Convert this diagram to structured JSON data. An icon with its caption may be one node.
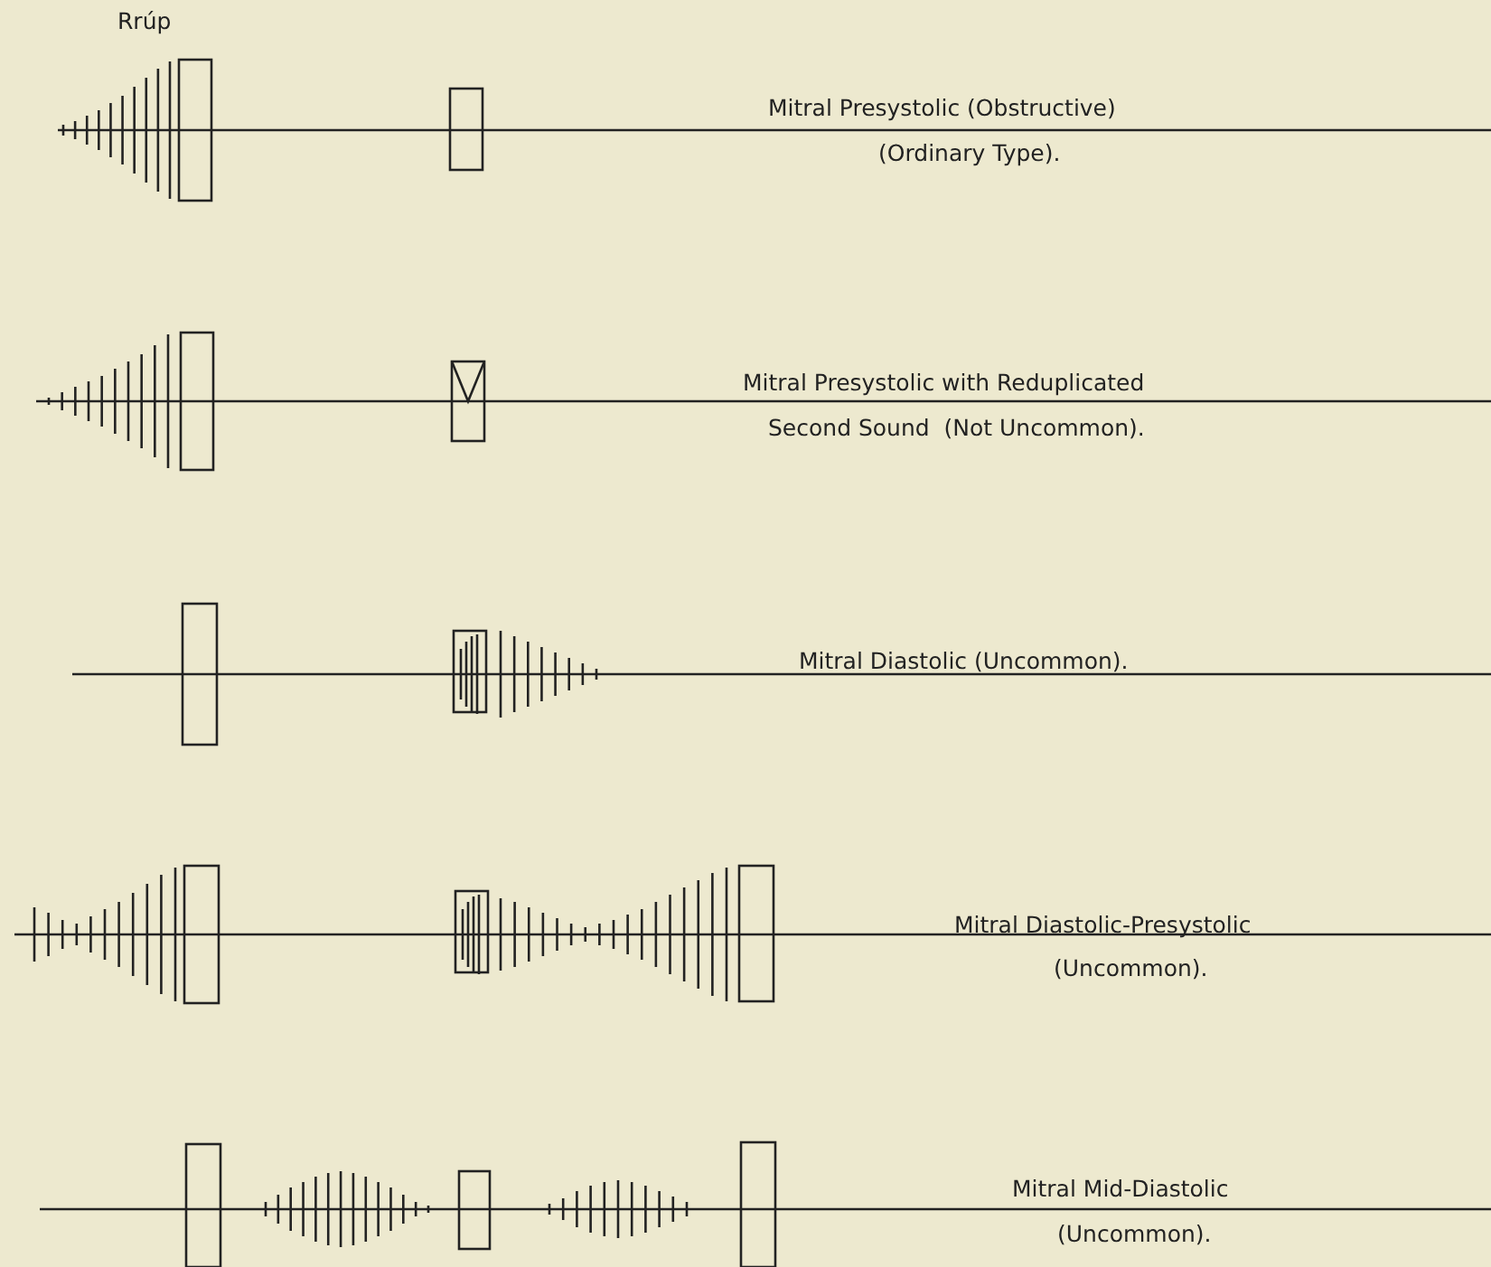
{
  "diagram": {
    "labels": [
      "Rrúp",
      "Mitral Presystolic (Obstructive)",
      "(Ordinary Type).",
      "Mitral Presystolic with Reduplicated",
      "Second Sound  (Not Uncommon).",
      "Mitral Diastolic (Uncommon).",
      "Mitral Diastolic-Presystolic",
      "(Uncommon).",
      "Mitral Mid-Diastolic",
      "(Uncommon)."
    ]
  }
}
